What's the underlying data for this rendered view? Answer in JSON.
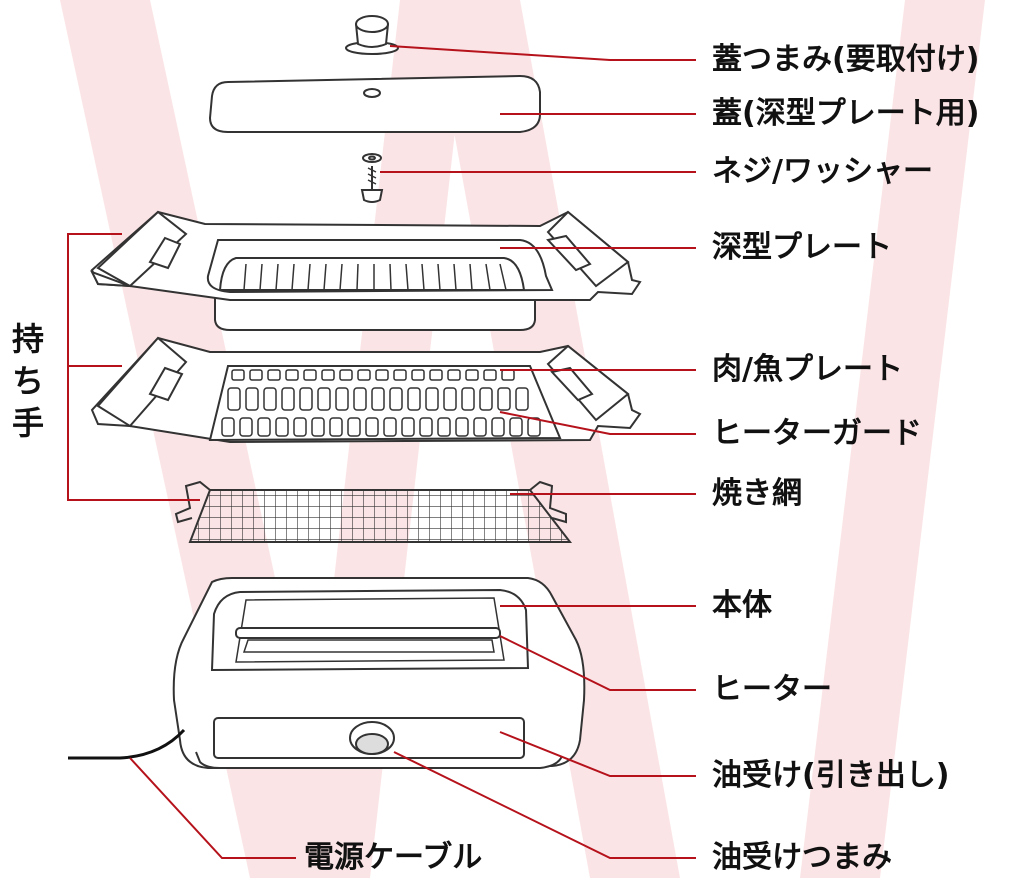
{
  "labels": {
    "lid_knob": "蓋つまみ(要取付け)",
    "lid": "蓋(深型プレート用)",
    "screw_washer": "ネジ/ワッシャー",
    "deep_plate": "深型プレート",
    "meat_fish_plate": "肉/魚プレート",
    "heater_guard": "ヒーターガード",
    "grill_net": "焼き網",
    "main_body": "本体",
    "heater": "ヒーター",
    "oil_tray": "油受け(引き出し)",
    "power_cable": "電源ケーブル",
    "oil_tray_knob": "油受けつまみ",
    "handles": [
      "持",
      "ち",
      "手"
    ]
  },
  "colors": {
    "leader_line": "#b5121b",
    "outline": "#333333",
    "watermark": "#fbe4e6"
  }
}
